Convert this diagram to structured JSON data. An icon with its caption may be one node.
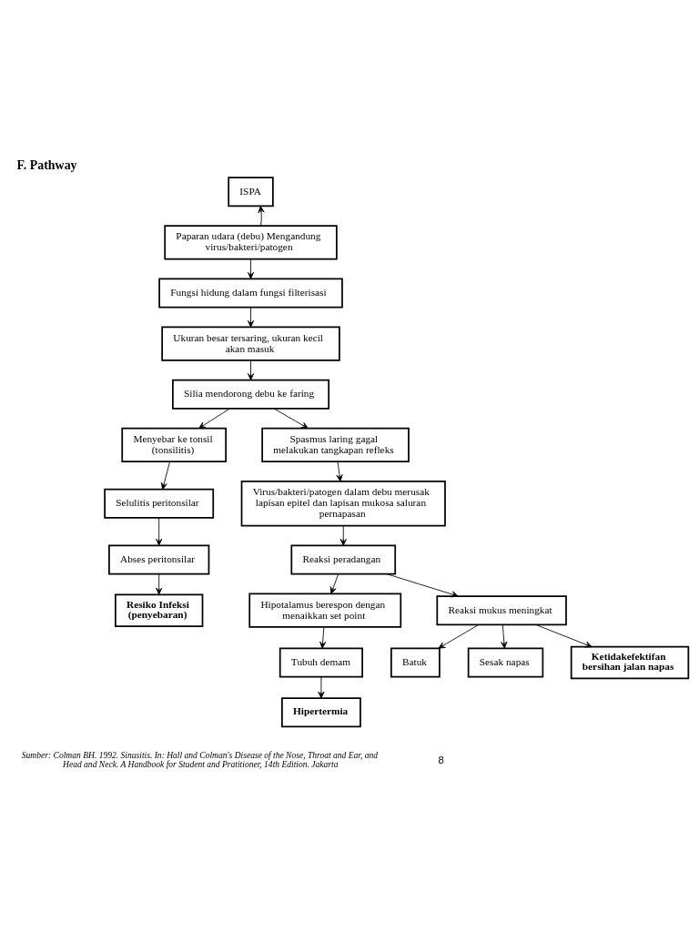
{
  "diagram": {
    "title": "F. Pathway",
    "caption": "Sumber: Colman BH. 1992. Sinusitis. In: Hall and Colman's Disease of the Nose, Throat and Ear, and Head and Neck. A Handbook for Student and Pratitioner, 14th Edition. Jakarta",
    "nodes": [
      {
        "text": [
          "ISPA"
        ]
      },
      {
        "text": [
          "Paparan udara (debu) Mengandung virus/bakteri/patogen"
        ]
      },
      {
        "text": [
          "Fungsi hidung dalam fungsi filterisasi"
        ]
      },
      {
        "text": [
          "Ukuran besar tersaring, ukuran kecil akan masuk"
        ]
      },
      {
        "text": [
          "Silia mendorong debu ke faring"
        ]
      },
      {
        "text": [
          "Menyebar ke tonsil (tonsilitis)"
        ]
      },
      {
        "text": [
          "Spasmus laring gagal melakukan tangkapan refleks"
        ]
      },
      {
        "text": [
          "Selulitis peritonsilar"
        ]
      },
      {
        "text": [
          "Virus/bakteri/patogen dalam debu merusak lapisan epitel dan lapisan mukosa saluran pernapasan"
        ]
      },
      {
        "text": [
          "Abses peritonsilar"
        ]
      },
      {
        "text": [
          "Resiko Infeksi (penyebaran)"
        ]
      },
      {
        "text": [
          "Reaksi peradangan"
        ]
      },
      {
        "text": [
          "Hipotalamus berespon dengan menaikkan set point"
        ]
      },
      {
        "text": [
          "Reaksi mukus meningkat"
        ]
      },
      {
        "text": [
          "Tubuh demam"
        ]
      },
      {
        "text": [
          "Batuk"
        ]
      },
      {
        "text": [
          "Sesak napas"
        ]
      },
      {
        "text": [
          "Hipertermia"
        ]
      },
      {
        "text": [
          "Ketidakefektifan bersihan jalan napas"
        ]
      }
    ],
    "edges": [
      {
        "from": 1,
        "to": 0,
        "arrow": "to"
      },
      {
        "from": 1,
        "to": 2,
        "arrow": "to"
      },
      {
        "from": 2,
        "to": 3,
        "arrow": "to"
      },
      {
        "from": 3,
        "to": 4,
        "arrow": "to"
      },
      {
        "from": 4,
        "to": 5,
        "arrow": "to"
      },
      {
        "from": 4,
        "to": 6,
        "arrow": "to"
      },
      {
        "from": 5,
        "to": 7,
        "arrow": "to"
      },
      {
        "from": 7,
        "to": 9,
        "arrow": "to"
      },
      {
        "from": 9,
        "to": 10,
        "arrow": "to"
      },
      {
        "from": 6,
        "to": 8,
        "arrow": "to"
      },
      {
        "from": 8,
        "to": 11,
        "arrow": "to"
      },
      {
        "from": 11,
        "to": 12,
        "arrow": "to"
      },
      {
        "from": 11,
        "to": 13,
        "arrow": "to"
      },
      {
        "from": 12,
        "to": 14,
        "arrow": "to"
      },
      {
        "from": 14,
        "to": 17,
        "arrow": "to"
      },
      {
        "from": 13,
        "to": 15,
        "arrow": "to"
      },
      {
        "from": 13,
        "to": 16,
        "arrow": "to"
      },
      {
        "from": 13,
        "to": 18,
        "arrow": "to"
      }
    ],
    "labels": [
      "8"
    ]
  }
}
